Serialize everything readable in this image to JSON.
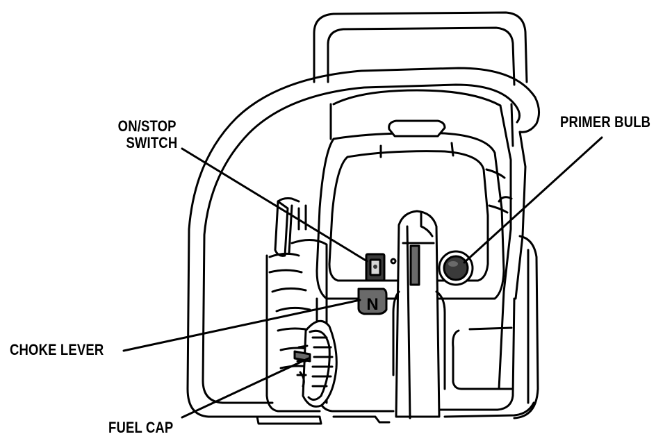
{
  "colors": {
    "ink": "#000000",
    "paper": "#ffffff",
    "fill_dark": "#3a3a3a",
    "fill_mid": "#6a6a6a",
    "fill_light": "#d8d8d8"
  },
  "callouts": {
    "on_stop": {
      "line1": "ON/STOP",
      "line2": "SWITCH"
    },
    "primer_bulb": "PRIMER BULB",
    "choke_lever": "CHOKE LEVER",
    "fuel_cap": "FUEL CAP"
  },
  "choke_marker": "N"
}
